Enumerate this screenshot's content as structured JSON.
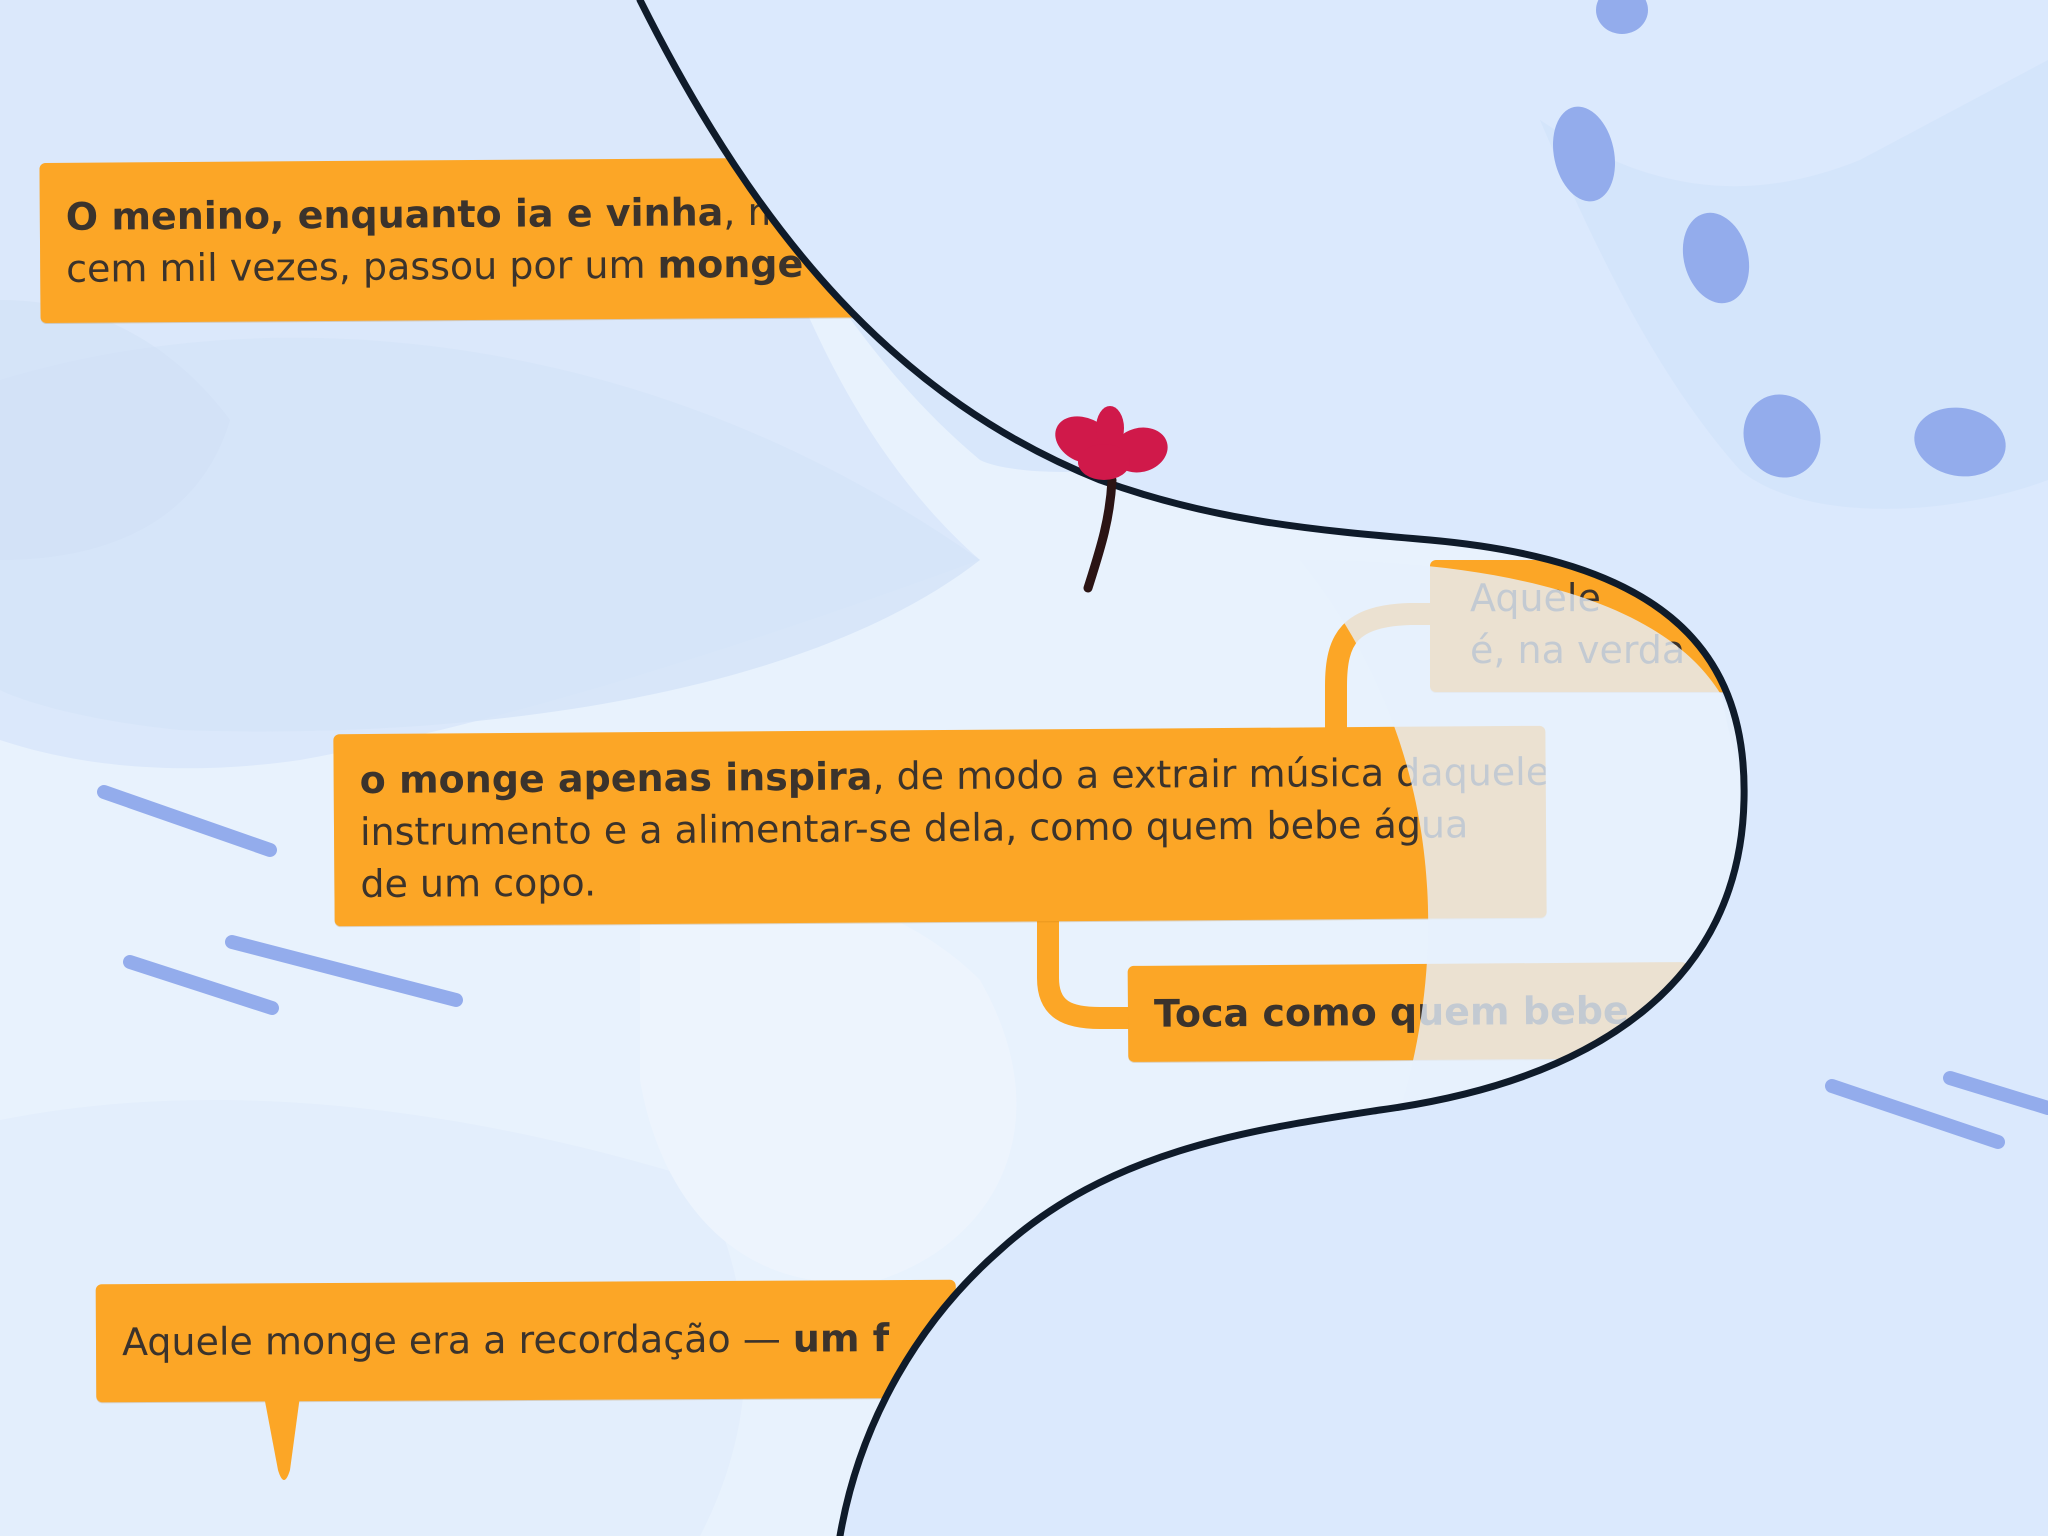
{
  "nodes": {
    "menino": {
      "bold_1": "O menino, enquanto ia e vinha",
      "text_1": ", mil v",
      "text_2": "cem mil vezes, passou por um ",
      "bold_2": "monge"
    },
    "inspira": {
      "bold_1": "o monge apenas inspira",
      "text_1": ", de modo a extrair música daquele",
      "line_2": "instrumento e a alimentar-se dela, como quem bebe água",
      "line_3": "de um copo."
    },
    "aquele_top": {
      "line_1": "Aquele",
      "line_2": "é, na verda"
    },
    "toca": {
      "bold_1": "Toca como quem bebe"
    },
    "recordacao": {
      "text_1": "Aquele monge era a recordação — ",
      "bold_1": "um f"
    }
  },
  "colors": {
    "node_fill": "#fca626",
    "node_text": "#3b332c",
    "flower": "#d0194a",
    "stem": "#2b1414",
    "curve": "#0f1b2a",
    "dash_marks": "#93acec",
    "background": "#e6f1fd"
  },
  "icons": {
    "flower": "red-flower-icon"
  }
}
